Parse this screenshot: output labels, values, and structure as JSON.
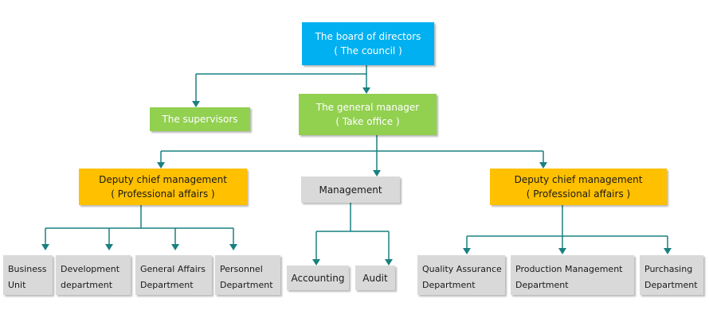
{
  "org_chart": {
    "board": {
      "line1": "The board of directors",
      "line2": "( The council )"
    },
    "supervisors": {
      "label": "The supervisors"
    },
    "general_manager": {
      "line1": "The general manager",
      "line2": "( Take office )"
    },
    "deputy_left": {
      "line1": "Deputy chief management",
      "line2": "( Professional affairs )"
    },
    "management": {
      "label": "Management"
    },
    "deputy_right": {
      "line1": "Deputy chief management",
      "line2": "( Professional affairs )"
    },
    "departments_left": [
      {
        "line1": "Business",
        "line2": "Unit"
      },
      {
        "line1": "Development",
        "line2": "department"
      },
      {
        "line1": "General Affairs",
        "line2": "Department"
      },
      {
        "line1": "Personnel",
        "line2": "Department"
      }
    ],
    "departments_middle": [
      {
        "label": "Accounting"
      },
      {
        "label": "Audit"
      }
    ],
    "departments_right": [
      {
        "line1": "Quality Assurance",
        "line2": "Department"
      },
      {
        "line1": "Production Management",
        "line2": "Department"
      },
      {
        "line1": "Purchasing",
        "line2": "Department"
      }
    ]
  },
  "colors": {
    "board": "#00b0f0",
    "manager_level": "#92d050",
    "deputy_level": "#ffc000",
    "department_level": "#d9d9d9",
    "connector": "#1a8080"
  }
}
